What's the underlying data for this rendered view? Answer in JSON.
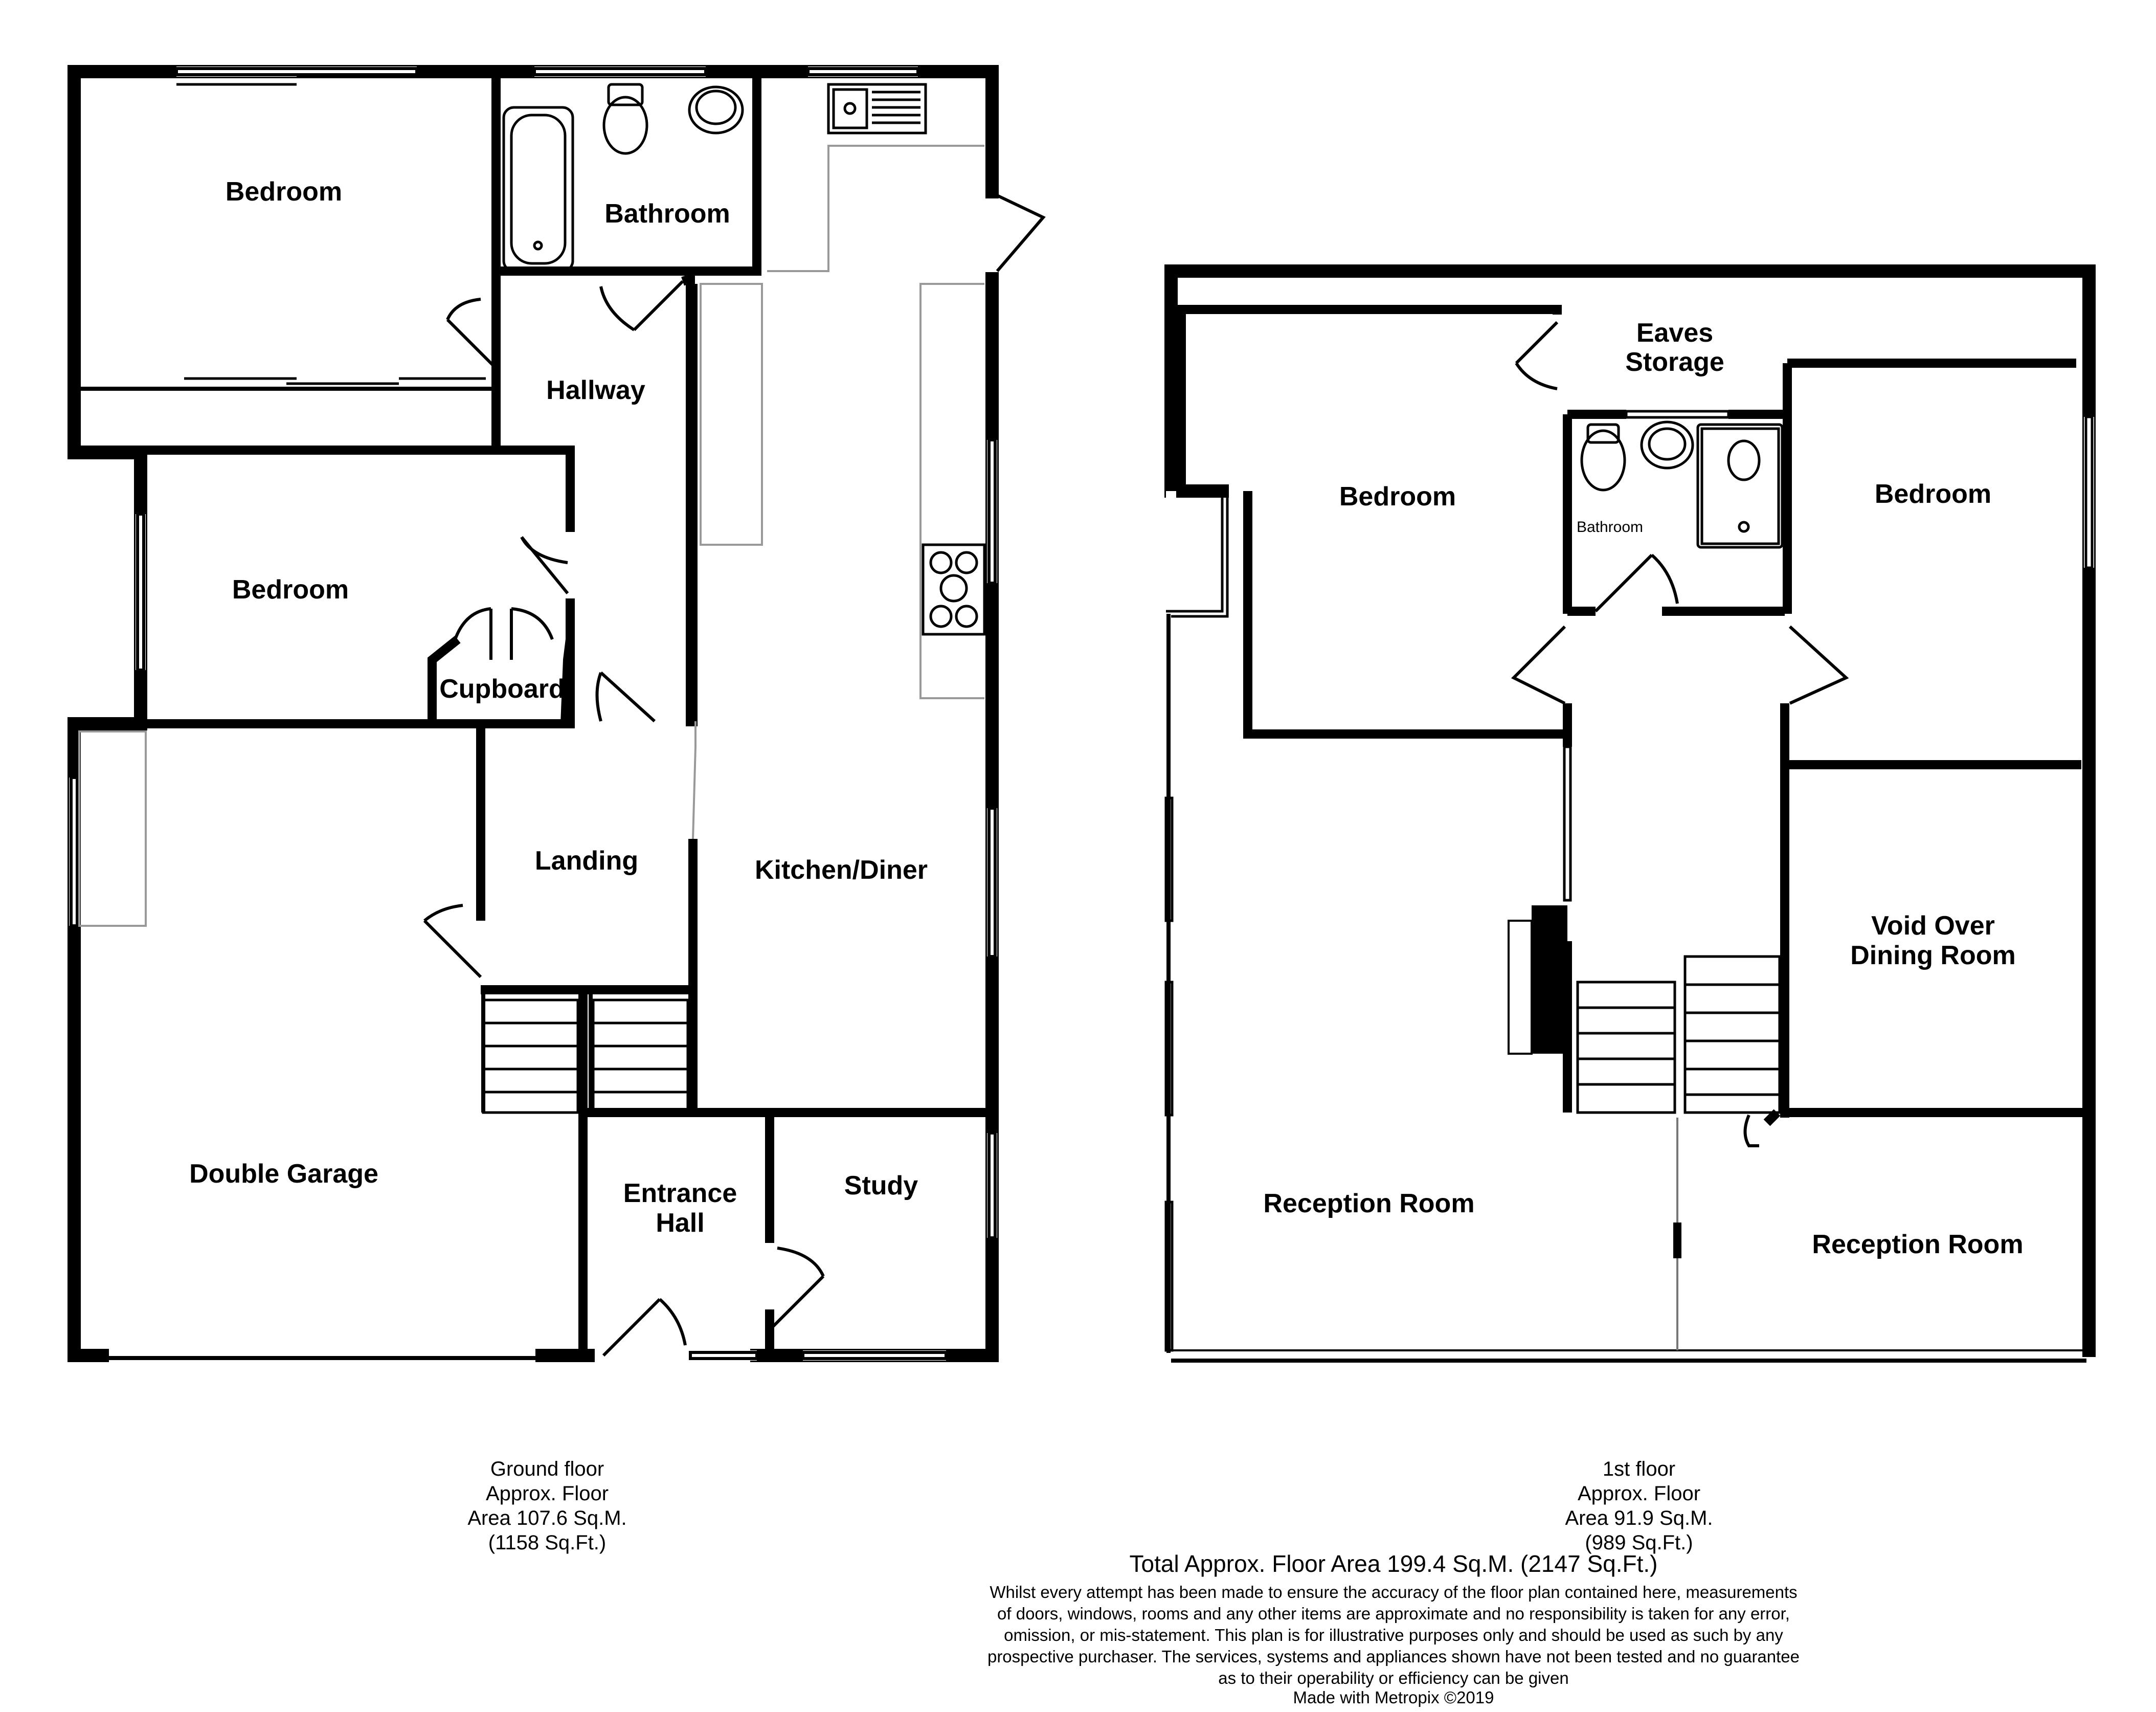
{
  "ground_floor": {
    "rooms": {
      "bedroom_1": "Bedroom",
      "bathroom": "Bathroom",
      "hallway": "Hallway",
      "bedroom_2": "Bedroom",
      "cupboard": "Cupboard",
      "landing": "Landing",
      "kitchen_diner": "Kitchen/Diner",
      "double_garage": "Double Garage",
      "entrance_hall_line1": "Entrance",
      "entrance_hall_line2": "Hall",
      "study": "Study"
    },
    "caption": {
      "line1": "Ground floor",
      "line2": "Approx. Floor",
      "line3": "Area 107.6 Sq.M.",
      "line4": "(1158 Sq.Ft.)"
    }
  },
  "first_floor": {
    "rooms": {
      "eaves_line1": "Eaves",
      "eaves_line2": "Storage",
      "bedroom_left": "Bedroom",
      "bathroom": "Bathroom",
      "bedroom_right": "Bedroom",
      "void_line1": "Void Over",
      "void_line2": "Dining Room",
      "reception_left": "Reception Room",
      "reception_right": "Reception Room"
    },
    "caption": {
      "line1": "1st floor",
      "line2": "Approx. Floor",
      "line3": "Area 91.9 Sq.M.",
      "line4": "(989 Sq.Ft.)"
    }
  },
  "total_area": "Total Approx. Floor Area 199.4 Sq.M. (2147 Sq.Ft.)",
  "disclaimer": [
    "Whilst every attempt has been made to ensure the accuracy of the floor plan contained here, measurements",
    "of doors, windows, rooms and any other items are approximate and no responsibility is taken for any error,",
    "omission, or mis-statement. This plan is for illustrative purposes only and should be used as such by any",
    "prospective purchaser. The services, systems and appliances shown have not been tested and no guarantee",
    "as to their operability or efficiency can be given"
  ],
  "credit": "Made with Metropix ©2019"
}
